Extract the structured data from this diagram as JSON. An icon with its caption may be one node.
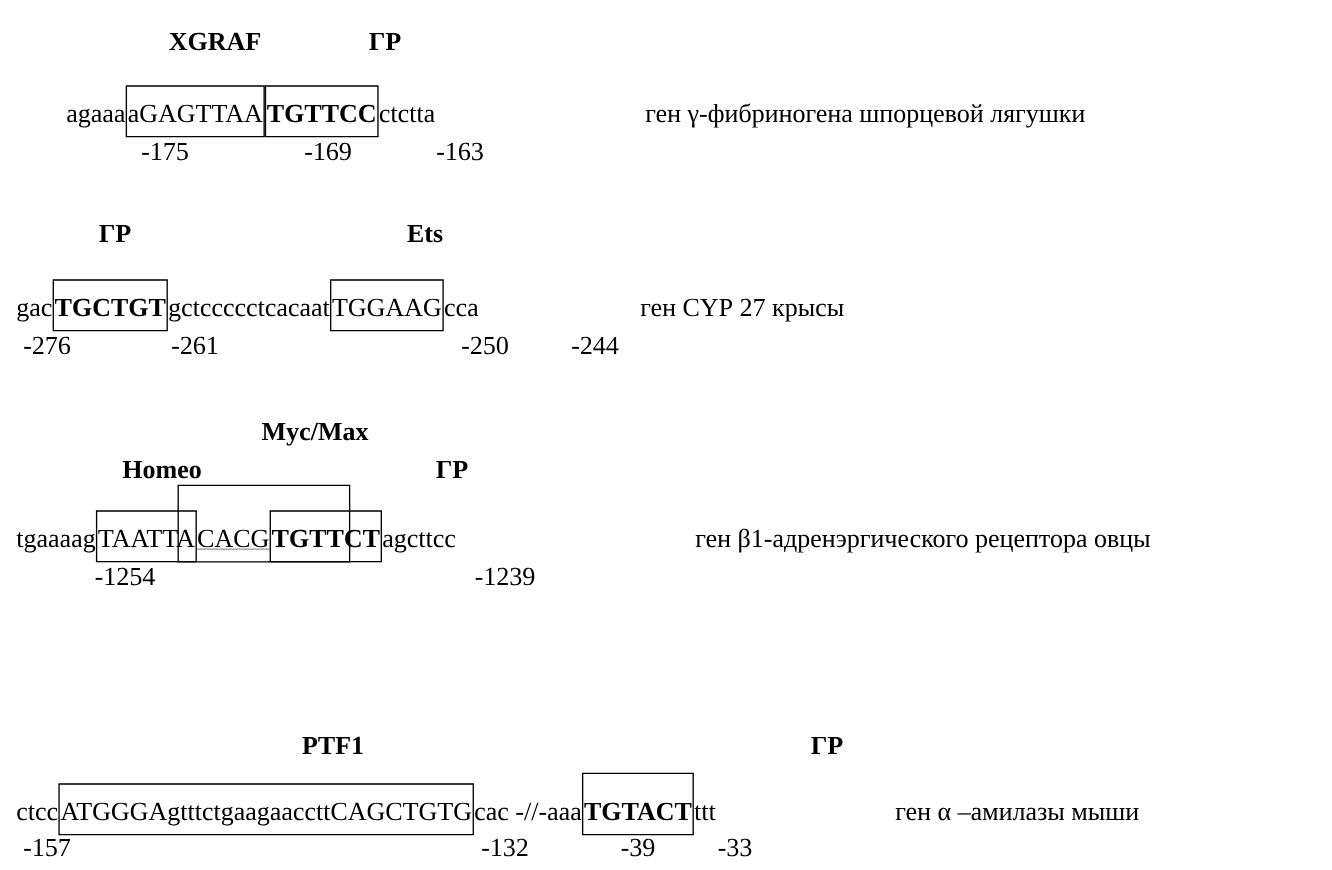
{
  "diagram": {
    "nodes": [
      {
        "text": [
          "aGAGTTAA"
        ]
      },
      {
        "text": [
          "TGTTCC"
        ]
      },
      {
        "text": [
          "TGCTGT"
        ]
      },
      {
        "text": [
          "TGGAAG"
        ]
      },
      {
        "text": [
          "TAATTA"
        ]
      },
      {
        "text": [
          "CACG"
        ]
      },
      {
        "text": [
          "TGTTCT"
        ]
      },
      {
        "text": [
          "ATGGGAgtttctgaagaaccttCAGCTGTG"
        ]
      },
      {
        "text": [
          "TGTACT"
        ]
      }
    ],
    "labels": [
      "XGRAF",
      "ГР",
      "agaaa",
      "ctctta",
      "ген  γ-фибриногена шпорцевой лягушки",
      "-175",
      "-169",
      "-163",
      "ГР",
      "Ets",
      "gac",
      "gctccccctcacaat",
      "cca",
      "ген  CYP 27 крысы",
      "-276",
      "-261",
      "-250",
      "-244",
      "Myc/Max",
      "Homeo",
      "ГР",
      "tgaaaag",
      "agcttcc",
      "ген β1-адренэргического рецептора овцы",
      "-1254",
      "-1239",
      "PTF1",
      "ГР",
      "ctcc",
      "cac -//-aaa",
      "ttt",
      "ген α –амилазы мыши",
      "-157",
      "-132",
      "-39",
      "-33"
    ]
  }
}
